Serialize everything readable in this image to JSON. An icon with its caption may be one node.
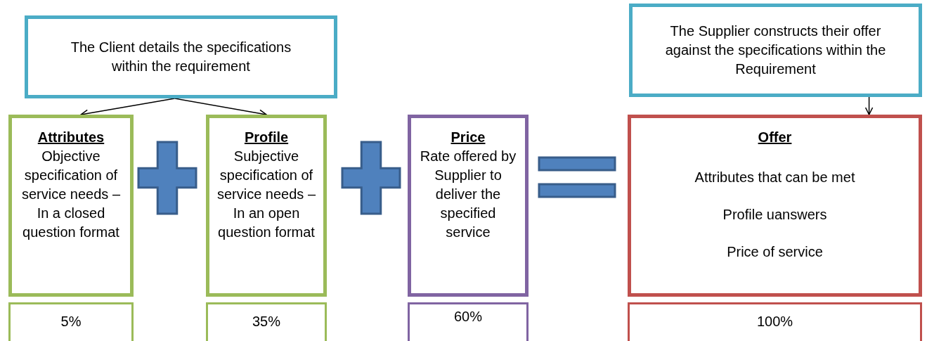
{
  "diagram": {
    "nodes": [
      {
        "text": [
          "The Client details the specifications within the requirement"
        ]
      },
      {
        "text": [
          "The Supplier constructs their offer against the specifications within the Requirement"
        ]
      },
      {
        "text": [
          "Attributes",
          "Objective specification of service needs – In a closed question format"
        ]
      },
      {
        "text": [
          "Profile",
          "Subjective specification of service needs – In an open question format"
        ]
      },
      {
        "text": [
          "Price",
          "Rate offered by Supplier to deliver the specified service"
        ]
      },
      {
        "text": [
          "Offer",
          "Attributes that can be met",
          "Profile uanswers",
          "Price of service"
        ]
      },
      {
        "text": [],
        "shape": "plus"
      },
      {
        "text": [],
        "shape": "plus"
      },
      {
        "text": [],
        "shape": "equals"
      },
      {
        "text": [
          "5%"
        ]
      },
      {
        "text": [
          "35%"
        ]
      },
      {
        "text": [
          "60%"
        ]
      },
      {
        "text": [
          "100%"
        ]
      }
    ],
    "edges": [
      {
        "from": 0,
        "to": 2,
        "arrow": "to"
      },
      {
        "from": 0,
        "to": 3,
        "arrow": "to"
      },
      {
        "from": 1,
        "to": 5,
        "arrow": "to"
      }
    ]
  }
}
